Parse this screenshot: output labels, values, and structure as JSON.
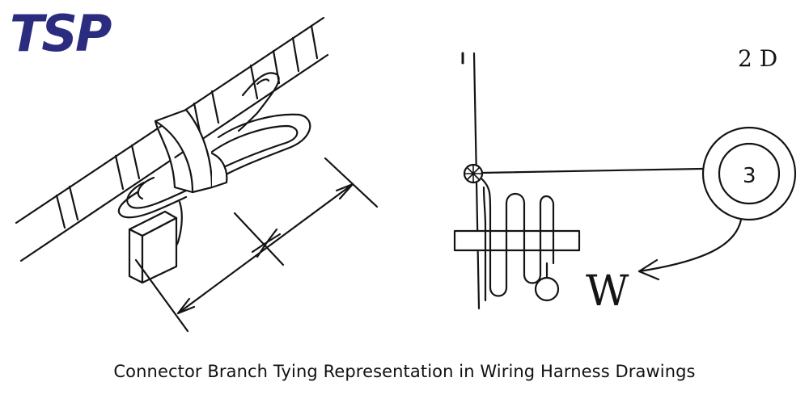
{
  "logo": {
    "text": "TSP",
    "color": "#2b2c80"
  },
  "left_figure": {
    "description_icons": [
      "wire-harness",
      "cable-tie",
      "connector-block",
      "dimension-arrow"
    ]
  },
  "right_figure": {
    "drawing_number": "2 D",
    "balloon_number": "3",
    "callout_letter": "W"
  },
  "caption": "Connector Branch Tying Representation in Wiring Harness Drawings",
  "colors": {
    "line": "#141414",
    "background": "#ffffff"
  }
}
